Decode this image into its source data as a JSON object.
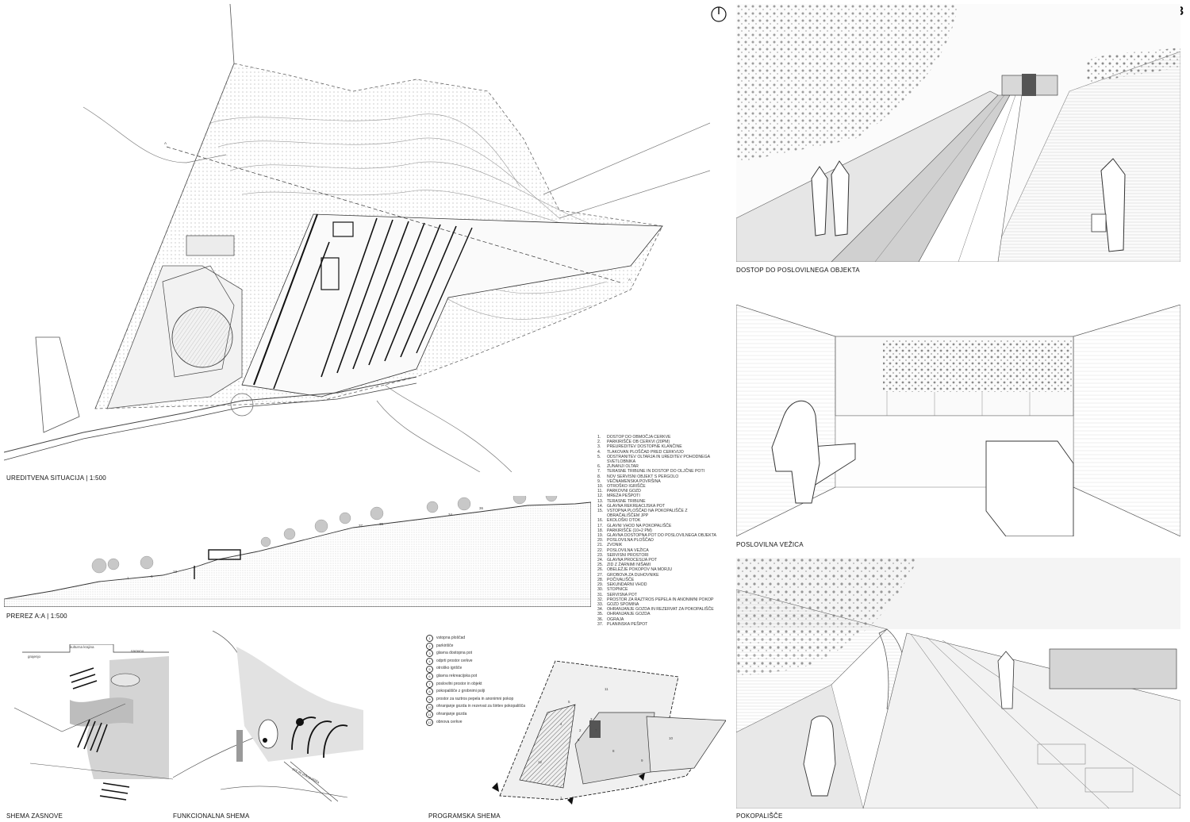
{
  "project_id": "26853",
  "captions": {
    "site_plan": "UREDITVENA SITUACIJA | 1:500",
    "section": "PREREZ A:A | 1:500",
    "concept": "SHEMA ZASNOVE",
    "functional": "FUNKCIONALNA SHEMA",
    "programme": "PROGRAMSKA SHEMA",
    "view1": "DOSTOP DO POSLOVILNEGA OBJEKTA",
    "view2": "POSLOVILNA VEŽICA",
    "view3": "POKOPALIŠČE"
  },
  "concept_labels": [
    "grajenjo",
    "kulturna krajina",
    "naravno"
  ],
  "functional_note": "pot do pokopališča",
  "legend": [
    {
      "n": "1.",
      "t": "DOSTOP DO OBMOČJA CERKVE"
    },
    {
      "n": "2.",
      "t": "PARKIRIŠČE OB CERKVI (20PM)"
    },
    {
      "n": "3.",
      "t": "PREUREDITEV DOSTOPNE KLANČINE"
    },
    {
      "n": "4.",
      "t": "TLAKOVAN PLOŠČAD PRED CERKVIJO"
    },
    {
      "n": "5.",
      "t": "ODSTRANITEV OLTARJA IN UREDITEV POHODNEGA"
    },
    {
      "n": "",
      "t": "SVETLOBNIKA"
    },
    {
      "n": "6.",
      "t": "ZUNANJI OLTAR"
    },
    {
      "n": "7.",
      "t": "TERASNE TRIBUNE IN DOSTOP DO OLJČNE POTI"
    },
    {
      "n": "8.",
      "t": "NOV SERVISNI OBJEKT S PERGOLO"
    },
    {
      "n": "9.",
      "t": "VEČNAMENSKA POVRŠINA"
    },
    {
      "n": "10.",
      "t": "OTROŠKO IGRIŠČE"
    },
    {
      "n": "11.",
      "t": "PARKOVNI GOZD"
    },
    {
      "n": "12.",
      "t": "MREŽA PEŠPOTI"
    },
    {
      "n": "13.",
      "t": "TERASNE TRIBUNE"
    },
    {
      "n": "14.",
      "t": "GLAVNA REKREACIJSKA POT"
    },
    {
      "n": "15.",
      "t": "VSTOPNA PLOŠČAD NA POKOPALIŠČE Z OBRAČALIŠČEM JPP"
    },
    {
      "n": "16.",
      "t": "EKOLOŠKI OTOK"
    },
    {
      "n": "17.",
      "t": "GLAVNI VHOD NA POKOPALIŠČE"
    },
    {
      "n": "18.",
      "t": "PARKIRIŠČE (10+2 PM)"
    },
    {
      "n": "19.",
      "t": "GLAVNA DOSTOPNA POT DO POSLOVILNEGA OBJEKTA"
    },
    {
      "n": "20.",
      "t": "POSLOVILNA PLOŠČAD"
    },
    {
      "n": "21.",
      "t": "ZVONIK"
    },
    {
      "n": "22.",
      "t": "POSLOVILNA VEŽICA"
    },
    {
      "n": "23.",
      "t": "SERVISNI PROSTORI"
    },
    {
      "n": "24.",
      "t": "GLAVNA PROCESIJA POT"
    },
    {
      "n": "25.",
      "t": "ZID Z ŽARNIMI NIŠAMI"
    },
    {
      "n": "26.",
      "t": "OBELEŽJE POKOPOV NA MORJU"
    },
    {
      "n": "27.",
      "t": "GROBOVA ZA DUHOVNIKE"
    },
    {
      "n": "28.",
      "t": "POČIVALIŠČE"
    },
    {
      "n": "29.",
      "t": "SEKUNDARNI VHOD"
    },
    {
      "n": "30.",
      "t": "STOPNICE"
    },
    {
      "n": "31.",
      "t": "SERVISNA POT"
    },
    {
      "n": "32.",
      "t": "PROSTOR ZA RAZTROS PEPELA IN ANONIMNI POKOP"
    },
    {
      "n": "33.",
      "t": "GOZD SPOMINA"
    },
    {
      "n": "34.",
      "t": "OHRANJANJE GOZDA IN REZERVAT ZA POKOPALIŠČE"
    },
    {
      "n": "35.",
      "t": "OHRANJANJE GOZDA"
    },
    {
      "n": "36.",
      "t": "OGRAJA"
    },
    {
      "n": "37.",
      "t": "PLANINSKA PEŠPOT"
    }
  ],
  "programme_legend": [
    {
      "n": "1",
      "t": "vstopna ploščad"
    },
    {
      "n": "2",
      "t": "parkirišče"
    },
    {
      "n": "3",
      "t": "glavna dostopna pot"
    },
    {
      "n": "4",
      "t": "odprti prostor cerkve"
    },
    {
      "n": "5",
      "t": "otroško igrišče"
    },
    {
      "n": "6",
      "t": "glavna rekreacijska pot"
    },
    {
      "n": "7",
      "t": "poslovilni prostor in objekt"
    },
    {
      "n": "8",
      "t": "pokopališče z grobnimi polji"
    },
    {
      "n": "9",
      "t": "prostor za raztros pepela in anonimni pokop"
    },
    {
      "n": "10",
      "t": "ohranjanje gozda in rezervat za širitev pokopališča"
    },
    {
      "n": "11",
      "t": "ohranjanje gozda"
    },
    {
      "n": "12",
      "t": "obnova cerkve"
    }
  ],
  "section_labels": [
    "1",
    "6",
    "13",
    "37",
    "34",
    "35",
    "36"
  ],
  "section_marker": "A",
  "programme_numbers": [
    "1",
    "2",
    "3",
    "4",
    "5",
    "6",
    "7",
    "8",
    "9",
    "10",
    "11",
    "12"
  ],
  "colors": {
    "ink": "#222222",
    "paper": "#ffffff",
    "wash": "#f3f3f3",
    "hatch": "#bdbdbd",
    "tree": "#9a9a9a"
  }
}
